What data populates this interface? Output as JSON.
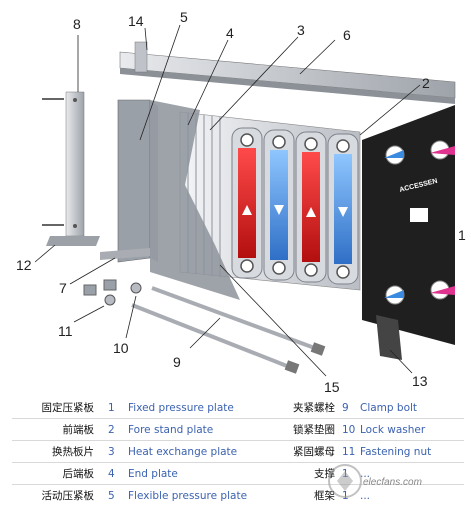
{
  "callouts": {
    "c1": "1",
    "c2": "2",
    "c3": "3",
    "c4": "4",
    "c5": "5",
    "c6": "6",
    "c7": "7",
    "c8": "8",
    "c10": "10",
    "c11": "11",
    "c12": "12",
    "c13": "13",
    "c14": "14",
    "c15": "15",
    "c9": "9"
  },
  "brand": "ACCESSEN",
  "legend": [
    {
      "cn": "固定压紧板",
      "num": "1",
      "en": "Fixed pressure plate"
    },
    {
      "cn": "前端板",
      "num": "2",
      "en": "Fore stand plate"
    },
    {
      "cn": "换热板片",
      "num": "3",
      "en": "Heat exchange plate"
    },
    {
      "cn": "后端板",
      "num": "4",
      "en": "End plate"
    },
    {
      "cn": "活动压紧板",
      "num": "5",
      "en": "Flexible pressure plate"
    }
  ],
  "legend_right": [
    {
      "cn": "夹紧螺栓",
      "num": "9",
      "en": "Clamp bolt"
    },
    {
      "cn": "锁紧垫圈",
      "num": "10",
      "en": "Lock washer"
    },
    {
      "cn": "紧固螺母",
      "num": "11",
      "en": "Fastening nut"
    },
    {
      "cn": "支撑",
      "num": "1",
      "en": "..."
    },
    {
      "cn": "框架",
      "num": "1",
      "en": "..."
    }
  ],
  "watermark": "elecfans.com",
  "colors": {
    "hot": "#e02a2a",
    "cold": "#2f7fd6",
    "frame": "#1f1f1f",
    "steel": "#c9ccd1",
    "legend_text": "#3b62b0"
  }
}
